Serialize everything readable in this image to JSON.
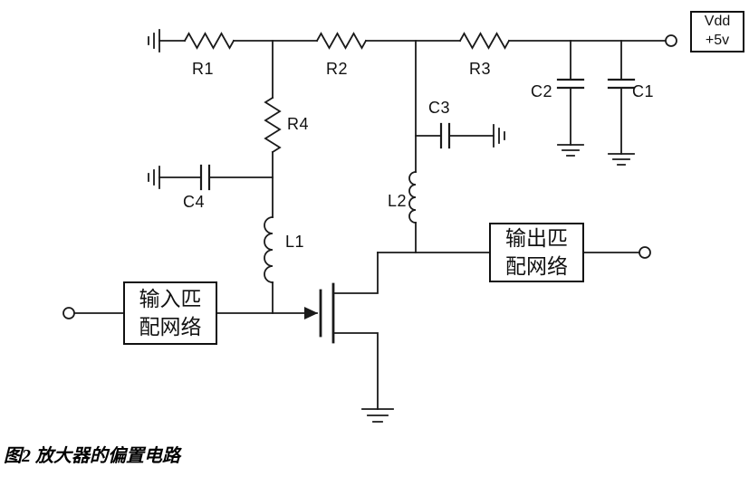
{
  "colors": {
    "ink": "#1a1a1a",
    "background": "#ffffff"
  },
  "figure": {
    "caption": "图2 放大器的偏置电路"
  },
  "power_box": {
    "line1": "Vdd",
    "line2": "+5v"
  },
  "blocks": {
    "input_matching": "输入匹配网络",
    "output_matching": "输出匹配网络"
  },
  "components": {
    "r1": "R1",
    "r2": "R2",
    "r3": "R3",
    "r4": "R4",
    "c1": "C1",
    "c2": "C2",
    "c3": "C3",
    "c4": "C4",
    "l1": "L1",
    "l2": "L2"
  }
}
